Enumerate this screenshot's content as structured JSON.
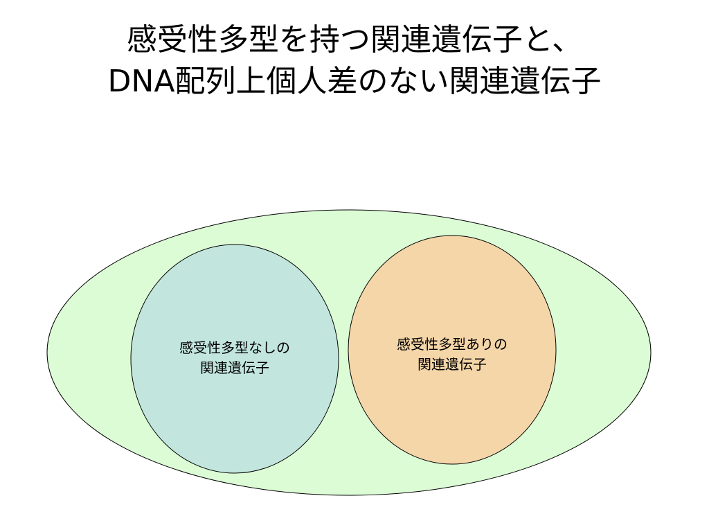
{
  "title": {
    "line1": "感受性多型を持つ関連遺伝子と、",
    "line2": "DNA配列上個人差のない関連遺伝子"
  },
  "diagram": {
    "outer_fill": "#dcfcd6",
    "left_circle": {
      "line1": "感受性多型なしの",
      "line2": "関連遺伝子",
      "fill": "#c2e6dd"
    },
    "right_circle": {
      "line1": "感受性多型ありの",
      "line2": "関連遺伝子",
      "fill": "#f5d6a8"
    }
  }
}
